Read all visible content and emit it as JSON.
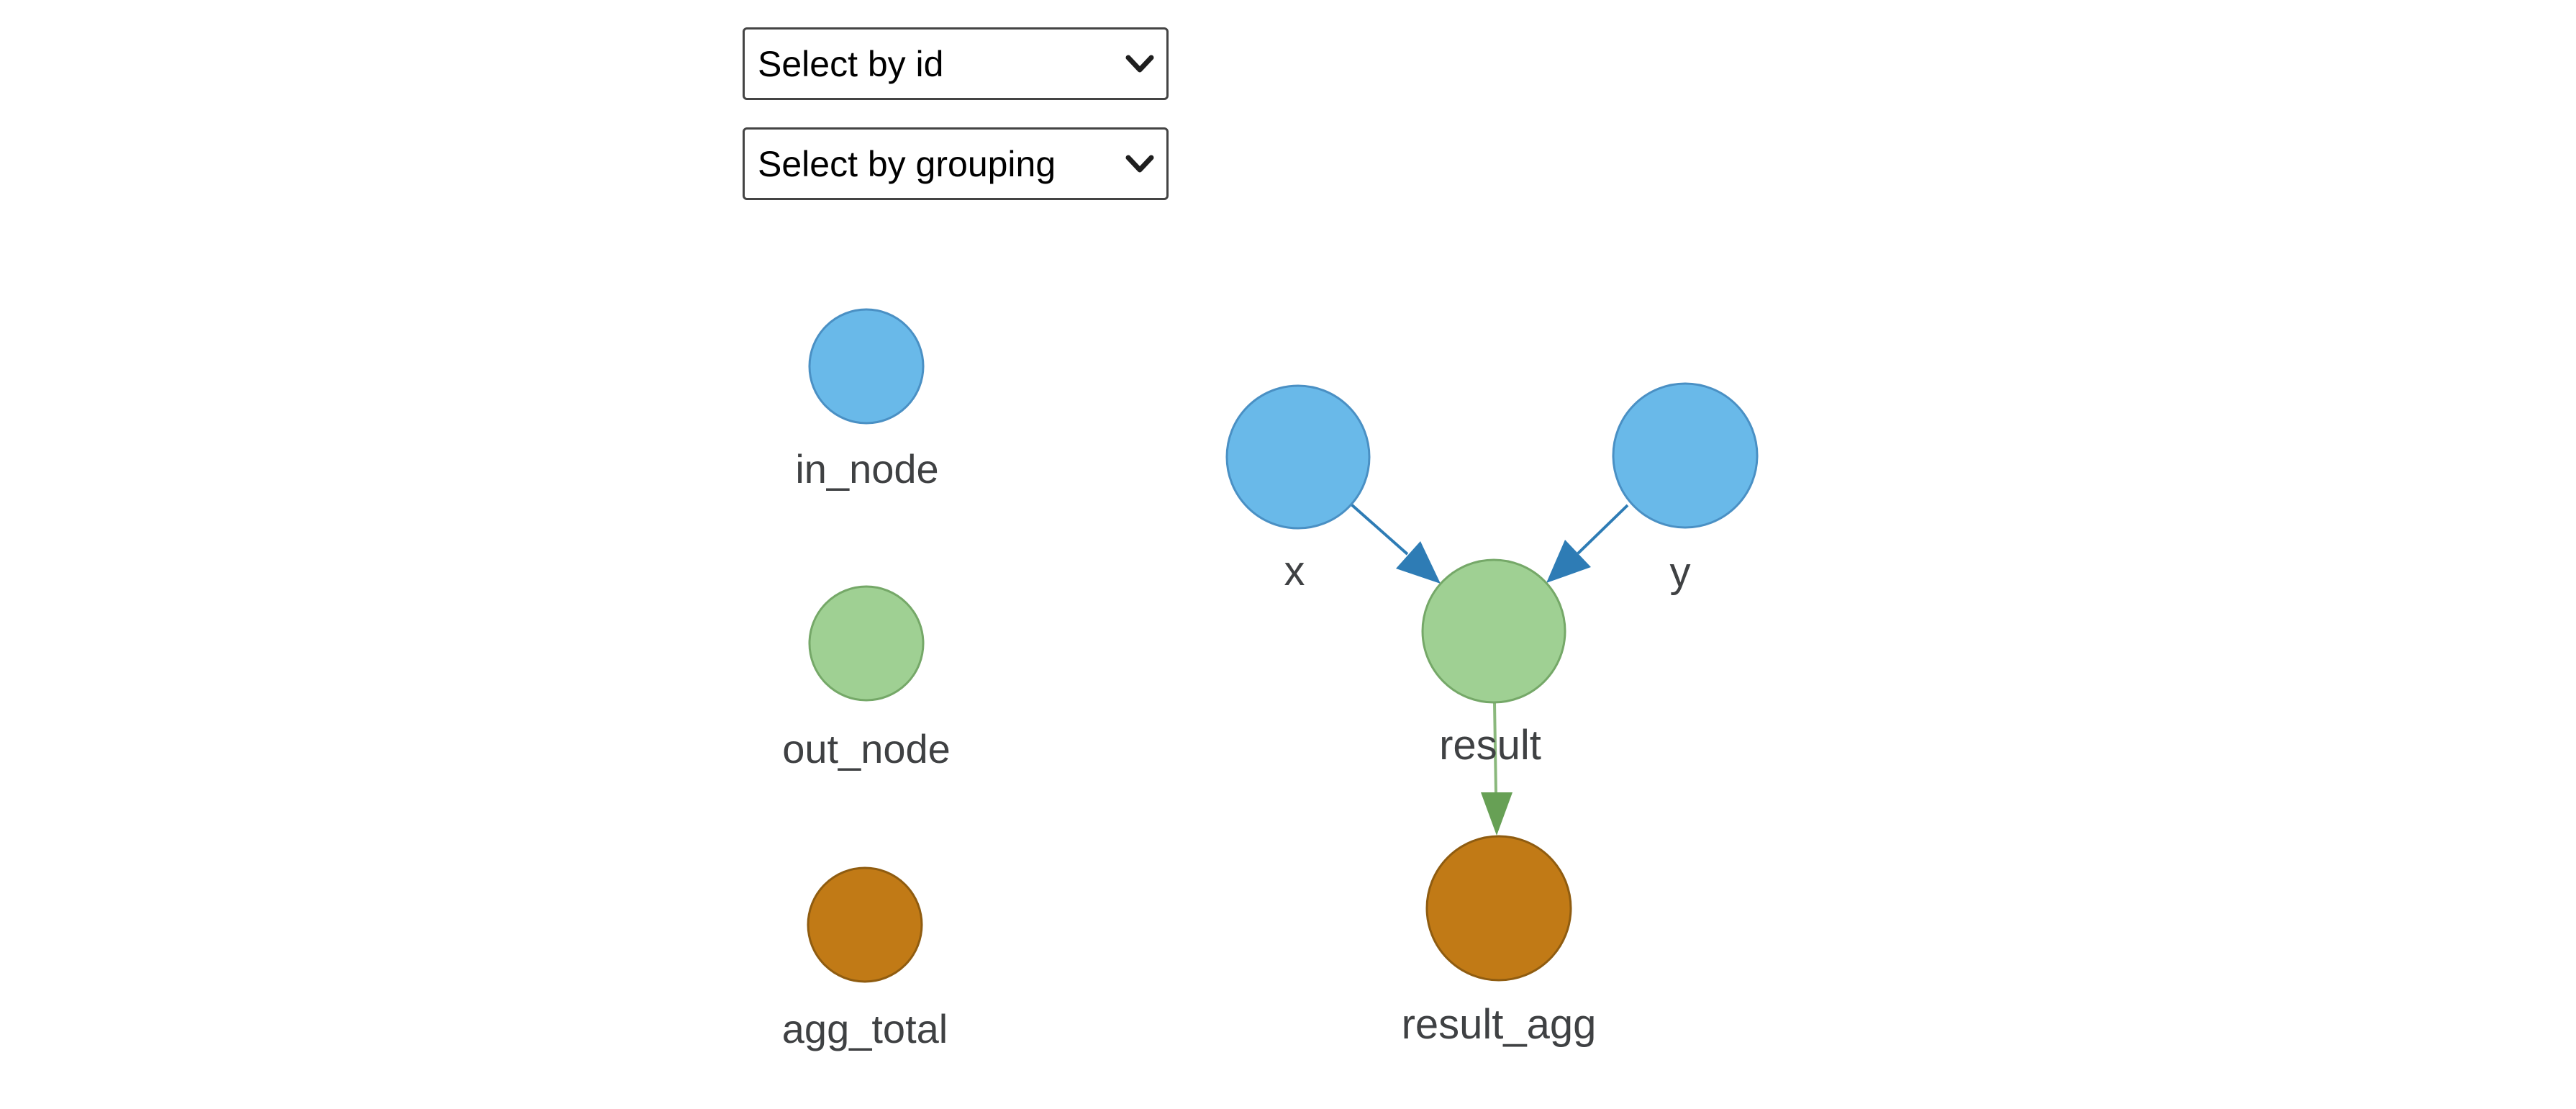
{
  "controls": {
    "select_by_id": {
      "value": "Select by id"
    },
    "select_by_grouping": {
      "value": "Select by grouping"
    }
  },
  "legend": {
    "items": [
      {
        "label": "in_node",
        "fill": "#69b9e9",
        "stroke": "#4a90c4"
      },
      {
        "label": "out_node",
        "fill": "#9fd093",
        "stroke": "#75a868"
      },
      {
        "label": "agg_total",
        "fill": "#c17a16",
        "stroke": "#8f5c10"
      }
    ]
  },
  "graph": {
    "nodes": [
      {
        "id": "x",
        "label": "x",
        "group": "in_node",
        "fill": "#69b9e9",
        "stroke": "#4a90c4"
      },
      {
        "id": "y",
        "label": "y",
        "group": "in_node",
        "fill": "#69b9e9",
        "stroke": "#4a90c4"
      },
      {
        "id": "result",
        "label": "result",
        "group": "out_node",
        "fill": "#9fd093",
        "stroke": "#75a868"
      },
      {
        "id": "result_agg",
        "label": "result_agg",
        "group": "agg_total",
        "fill": "#c17a16",
        "stroke": "#8f5c10"
      }
    ],
    "edges": [
      {
        "from": "x",
        "to": "result",
        "line_color": "#2e7cb5",
        "arrow_color": "#2e7cb5"
      },
      {
        "from": "y",
        "to": "result",
        "line_color": "#2e7cb5",
        "arrow_color": "#2e7cb5"
      },
      {
        "from": "result",
        "to": "result_agg",
        "line_color": "#8ab87c",
        "arrow_color": "#67a055"
      }
    ]
  },
  "colors": {
    "background": "#ffffff",
    "label_text": "#3f4143",
    "select_border": "#444444",
    "select_text": "#000000",
    "chevron": "#1f1f1f"
  }
}
